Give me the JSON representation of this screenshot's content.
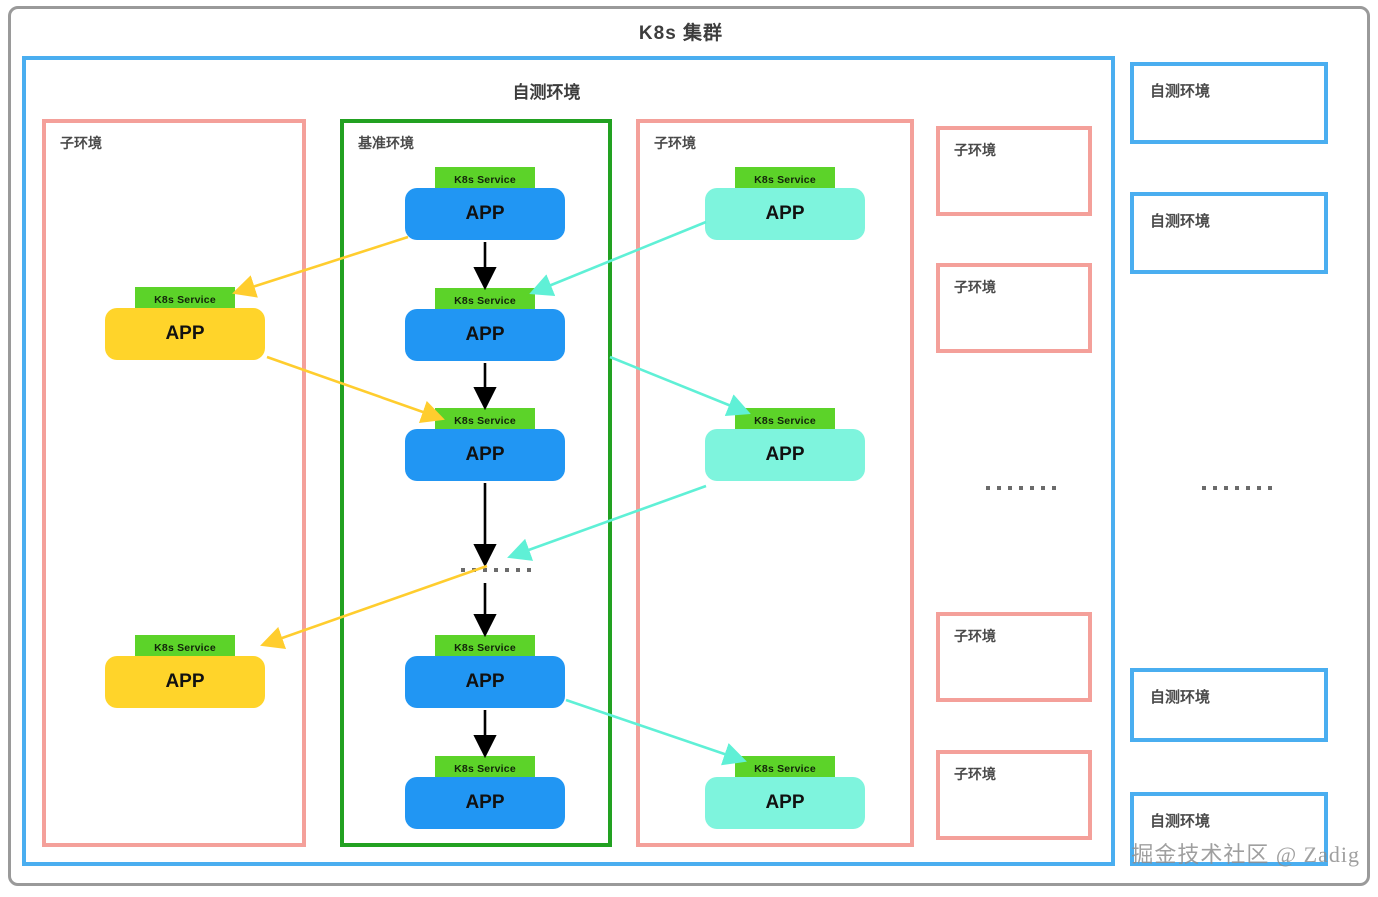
{
  "diagram": {
    "title": "K8s 集群",
    "watermark": "掘金技术社区 @ Zadig",
    "selftest_env_title": "自测环境",
    "labels": {
      "sub_env": "子环境",
      "baseline_env": "基准环境",
      "selftest_env": "自测环境",
      "k8s_service": "K8s Service",
      "app": "APP"
    },
    "colors": {
      "cluster_border": "#9a9a9a",
      "selftest_border": "#4aaef0",
      "sub_env_border": "#f4a09a",
      "baseline_border": "#22a121",
      "service_chip": "#5cd329",
      "app_blue": "#2196f3",
      "app_yellow": "#ffd42a",
      "app_cyan": "#7ef4dd",
      "arrow_black": "#000000",
      "arrow_yellow": "#ffcd2e",
      "arrow_cyan": "#5ff0d6"
    },
    "left_sub_env": {
      "label": "子环境",
      "nodes": [
        {
          "service": "K8s Service",
          "app": "APP",
          "color": "yellow"
        },
        {
          "service": "K8s Service",
          "app": "APP",
          "color": "yellow"
        }
      ]
    },
    "baseline_env": {
      "label": "基准环境",
      "nodes": [
        {
          "service": "K8s Service",
          "app": "APP",
          "color": "blue"
        },
        {
          "service": "K8s Service",
          "app": "APP",
          "color": "blue"
        },
        {
          "service": "K8s Service",
          "app": "APP",
          "color": "blue"
        },
        {
          "service": "K8s Service",
          "app": "APP",
          "color": "blue"
        },
        {
          "service": "K8s Service",
          "app": "APP",
          "color": "blue"
        }
      ],
      "ellipsis": "·······"
    },
    "right_sub_env": {
      "label": "子环境",
      "nodes": [
        {
          "service": "K8s Service",
          "app": "APP",
          "color": "cyan"
        },
        {
          "service": "K8s Service",
          "app": "APP",
          "color": "cyan"
        },
        {
          "service": "K8s Service",
          "app": "APP",
          "color": "cyan"
        }
      ]
    },
    "empty_sub_envs": [
      {
        "label": "子环境"
      },
      {
        "label": "子环境"
      },
      {
        "label": "子环境"
      },
      {
        "label": "子环境"
      }
    ],
    "empty_selftest_envs": [
      {
        "label": "自测环境"
      },
      {
        "label": "自测环境"
      },
      {
        "label": "自测环境"
      },
      {
        "label": "自测环境"
      }
    ],
    "ellipsis_marks": [
      "·······",
      "·······",
      "·······"
    ]
  }
}
